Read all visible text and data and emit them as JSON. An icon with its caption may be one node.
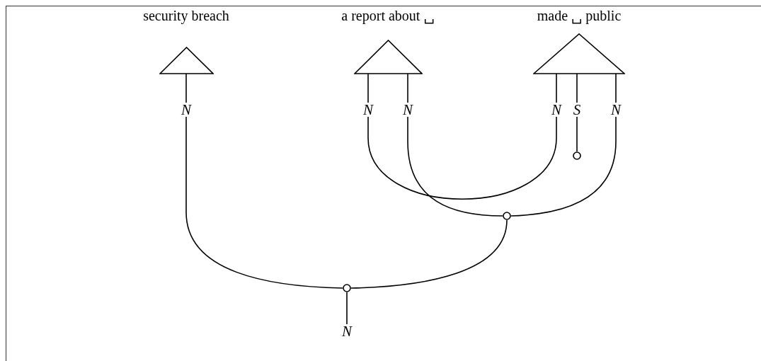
{
  "diagram": {
    "nodes": [
      {
        "text": [
          "security breach"
        ]
      },
      {
        "text": [
          "a report about ␣"
        ]
      },
      {
        "text": [
          "made ␣ public"
        ]
      },
      {
        "text": [
          "N"
        ]
      },
      {
        "text": [
          "N"
        ]
      },
      {
        "text": [
          "N"
        ]
      },
      {
        "text": [
          "N"
        ]
      },
      {
        "text": [
          "S"
        ]
      },
      {
        "text": [
          "N"
        ]
      },
      {
        "text": [],
        "shape": "circle"
      },
      {
        "text": [],
        "shape": "circle"
      },
      {
        "text": [],
        "shape": "circle"
      },
      {
        "text": [
          "N"
        ]
      }
    ],
    "edges": [
      {
        "from": 0,
        "to": 3,
        "arrow": "none"
      },
      {
        "from": 1,
        "to": 4,
        "arrow": "none"
      },
      {
        "from": 1,
        "to": 5,
        "arrow": "none"
      },
      {
        "from": 2,
        "to": 6,
        "arrow": "none"
      },
      {
        "from": 2,
        "to": 7,
        "arrow": "none"
      },
      {
        "from": 2,
        "to": 8,
        "arrow": "none"
      },
      {
        "from": 4,
        "to": 6,
        "arrow": "none"
      },
      {
        "from": 7,
        "to": 9,
        "arrow": "none"
      },
      {
        "from": 5,
        "to": 10,
        "arrow": "none"
      },
      {
        "from": 8,
        "to": 10,
        "arrow": "none"
      },
      {
        "from": 3,
        "to": 11,
        "arrow": "none"
      },
      {
        "from": 10,
        "to": 11,
        "arrow": "none"
      },
      {
        "from": 11,
        "to": 12,
        "arrow": "none"
      }
    ]
  }
}
